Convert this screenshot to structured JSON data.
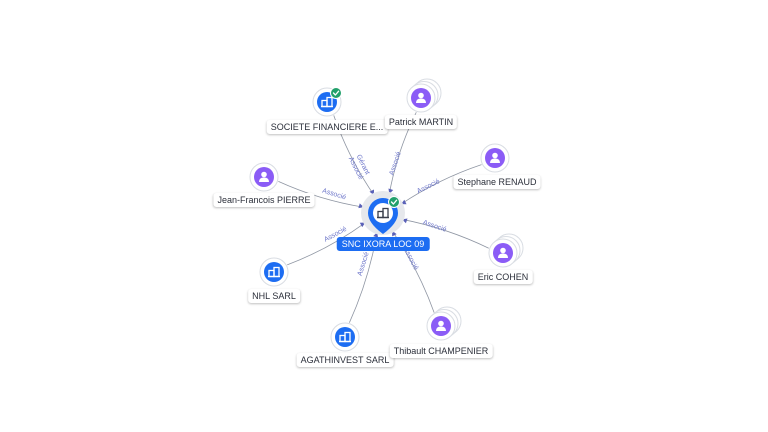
{
  "colors": {
    "company": "#1d6df2",
    "person": "#8b5cf6",
    "verified": "#22a06b",
    "edge": "#8f96a3",
    "edge_label": "#6b74c9"
  },
  "center": {
    "label": "SNC IXORA LOC 09",
    "icon": "building-icon",
    "verified": true
  },
  "nodes": [
    {
      "id": "sfe",
      "label": "SOCIETE FINANCIERE E...",
      "kind": "company",
      "icon": "building-icon",
      "verified": true,
      "stacked": false,
      "edge_label": "Gérant\nAssocié"
    },
    {
      "id": "pm",
      "label": "Patrick MARTIN",
      "kind": "person",
      "icon": "user-icon",
      "verified": false,
      "stacked": true,
      "edge_label": "Associé"
    },
    {
      "id": "sr",
      "label": "Stephane RENAUD",
      "kind": "person",
      "icon": "user-icon",
      "verified": false,
      "stacked": false,
      "edge_label": "Associé"
    },
    {
      "id": "jfp",
      "label": "Jean-Francois PIERRE",
      "kind": "person",
      "icon": "user-icon",
      "verified": false,
      "stacked": false,
      "edge_label": "Associé"
    },
    {
      "id": "ec",
      "label": "Eric COHEN",
      "kind": "person",
      "icon": "user-icon",
      "verified": false,
      "stacked": true,
      "edge_label": "Associé"
    },
    {
      "id": "nhl",
      "label": "NHL SARL",
      "kind": "company",
      "icon": "building-icon",
      "verified": false,
      "stacked": false,
      "edge_label": "Associé"
    },
    {
      "id": "aga",
      "label": "AGATHINVEST SARL",
      "kind": "company",
      "icon": "building-icon",
      "verified": false,
      "stacked": false,
      "edge_label": "Associé"
    },
    {
      "id": "tc",
      "label": "Thibault CHAMPENIER",
      "kind": "person",
      "icon": "user-icon",
      "verified": false,
      "stacked": true,
      "edge_label": "Associé"
    }
  ]
}
